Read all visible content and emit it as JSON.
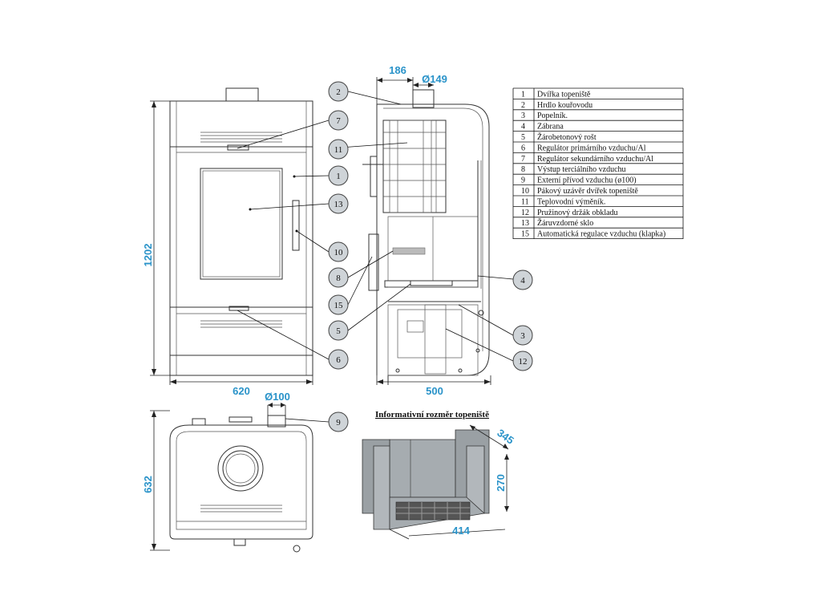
{
  "dimensions": {
    "height": "1202",
    "width_front": "620",
    "width_side": "500",
    "flue_offset": "186",
    "flue_diameter": "Ø149",
    "depth": "632",
    "inlet_diameter": "Ø100",
    "firebox_width": "414",
    "firebox_depth": "345",
    "firebox_height": "270"
  },
  "callouts": {
    "front": [
      "7",
      "11",
      "1",
      "13",
      "10",
      "8",
      "15",
      "5",
      "6"
    ],
    "side_top": "2",
    "side_right": [
      "4",
      "3",
      "12"
    ],
    "top_view": "9"
  },
  "legend": [
    {
      "num": "1",
      "label": "Dvířka topeniště"
    },
    {
      "num": "2",
      "label": "Hrdlo kouřovodu"
    },
    {
      "num": "3",
      "label": "Popelník."
    },
    {
      "num": "4",
      "label": "Zábrana"
    },
    {
      "num": "5",
      "label": "Žárobetonový rošt"
    },
    {
      "num": "6",
      "label": "Regulátor primárního vzduchu/Al"
    },
    {
      "num": "7",
      "label": "Regulátor sekundárního vzduchu/Al"
    },
    {
      "num": "8",
      "label": "Výstup terciálního vzduchu"
    },
    {
      "num": "9",
      "label": "Externí přívod vzduchu (ø100)"
    },
    {
      "num": "10",
      "label": "Pákový uzávěr dvířek topeniště"
    },
    {
      "num": "11",
      "label": "Teplovodní výměník."
    },
    {
      "num": "12",
      "label": "Pružinový držák obkladu"
    },
    {
      "num": "13",
      "label": "Žáruvzdorné sklo"
    },
    {
      "num": "15",
      "label": "Automatická regulace vzduchu (klapka)"
    }
  ],
  "firebox_caption": "Informativní rozměr topeniště"
}
